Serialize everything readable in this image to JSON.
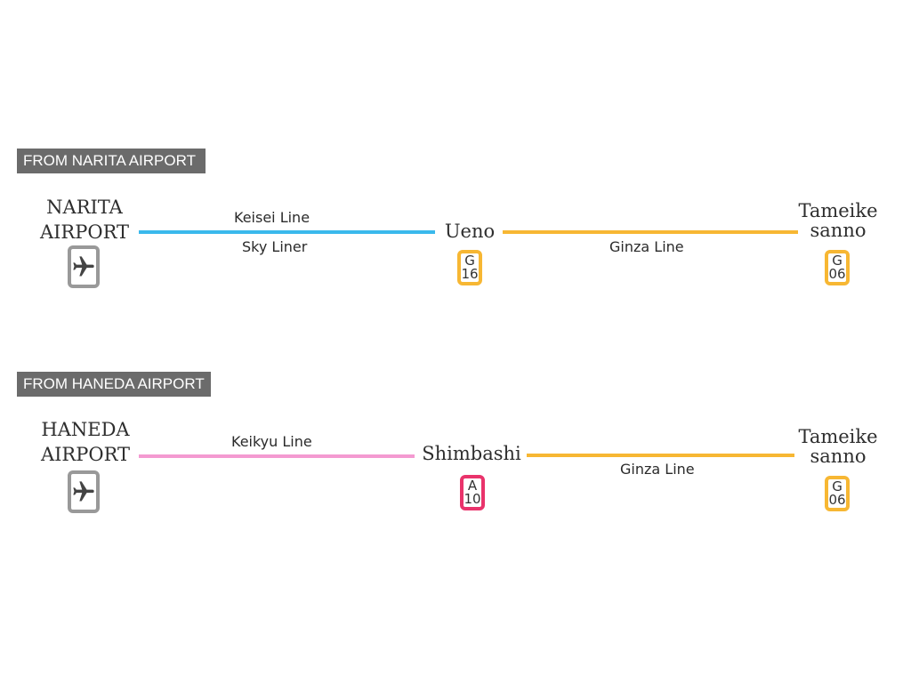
{
  "colors": {
    "tag_bg": "#6b6b6b",
    "keisei": "#3ab9ec",
    "ginza": "#f7b733",
    "keikyu": "#f49ad1",
    "asakusa": "#e9336b",
    "plane_border": "#999999"
  },
  "icons": {
    "airport": "airplane-icon"
  },
  "narita": {
    "heading": "FROM NARITA AIRPORT",
    "origin": {
      "line1": "NARITA",
      "line2": "AIRPORT"
    },
    "segment1": {
      "line_top": "Keisei Line",
      "line_bottom": "Sky Liner"
    },
    "transfer": {
      "name": "Ueno",
      "code_letter": "G",
      "code_number": "16"
    },
    "segment2": {
      "line": "Ginza Line"
    },
    "dest": {
      "line1": "Tameike",
      "line2": "sanno",
      "code_letter": "G",
      "code_number": "06"
    }
  },
  "haneda": {
    "heading": "FROM HANEDA AIRPORT",
    "origin": {
      "line1": "HANEDA",
      "line2": "AIRPORT"
    },
    "segment1": {
      "line": "Keikyu Line"
    },
    "transfer": {
      "name": "Shimbashi",
      "code_letter": "A",
      "code_number": "10"
    },
    "segment2": {
      "line": "Ginza Line"
    },
    "dest": {
      "line1": "Tameike",
      "line2": "sanno",
      "code_letter": "G",
      "code_number": "06"
    }
  }
}
